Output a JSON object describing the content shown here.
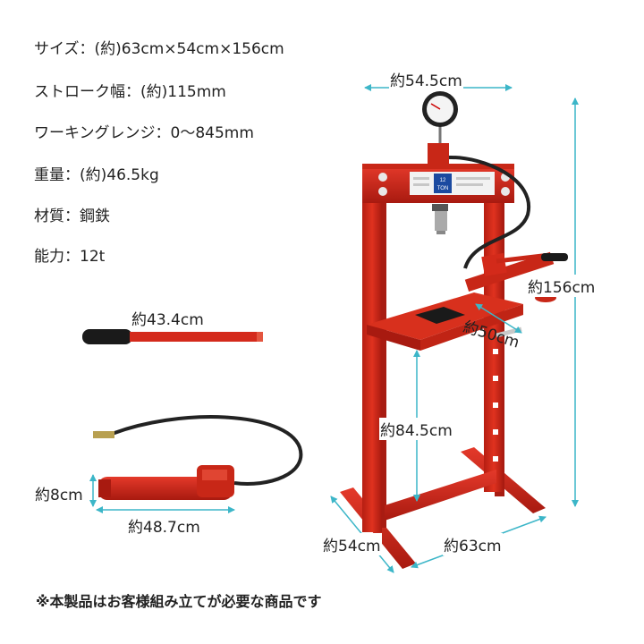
{
  "specs": [
    {
      "label": "サイズ：",
      "value": "(約)63cm×54cm×156cm"
    },
    {
      "label": "ストローク幅：",
      "value": "(約)115mm"
    },
    {
      "label": "ワーキングレンジ：",
      "value": "0～845mm"
    },
    {
      "label": "重量：",
      "value": "(約)46.5kg"
    },
    {
      "label": "材質：",
      "value": "鋼鉄"
    },
    {
      "label": "能力：",
      "value": "12t"
    }
  ],
  "dimensions": {
    "top_width": "約54.5cm",
    "height": "約156cm",
    "table_depth": "約50cm",
    "table_height": "約84.5cm",
    "base_depth": "約54cm",
    "base_width": "約63cm",
    "handle_length": "約43.4cm",
    "pump_height": "約8cm",
    "pump_length": "約48.7cm"
  },
  "press_label": {
    "capacity": "12",
    "unit": "TON"
  },
  "footnote": "※本製品はお客様組み立てが必要な商品です",
  "colors": {
    "frame": "#d42a1c",
    "frame_dark": "#a81c12",
    "hose": "#222222",
    "arrow": "#3cb6c8",
    "grip": "#1a1a1a"
  }
}
